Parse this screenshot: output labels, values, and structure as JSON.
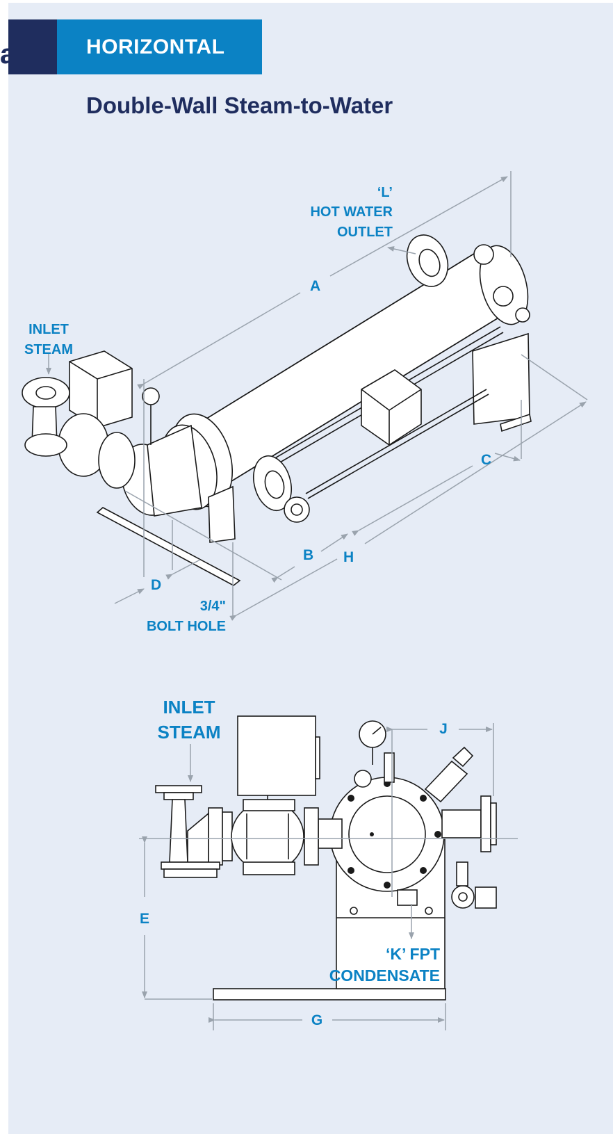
{
  "header": {
    "tab_label": "HORIZONTAL",
    "cut_letter": "a",
    "subtitle": "Double-Wall Steam-to-Water"
  },
  "colors": {
    "accent": "#0b82c4",
    "navy": "#1f2d5e",
    "panel_bg": "#e6ecf6",
    "line": "#1a1a1a",
    "dim_line": "#9aa3ad"
  },
  "iso_view": {
    "dim_a": "A",
    "dim_b": "B",
    "dim_c": "C",
    "dim_d": "D",
    "dim_h": "H",
    "hot_water_l": "‘L’",
    "hot_water_1": "HOT WATER",
    "hot_water_2": "OUTLET",
    "inlet_steam_1": "INLET",
    "inlet_steam_2": "STEAM",
    "bolt_1": "3/4\"",
    "bolt_2": "BOLT HOLE"
  },
  "end_view": {
    "inlet_steam_1": "INLET",
    "inlet_steam_2": "STEAM",
    "dim_j": "J",
    "dim_e": "E",
    "dim_g": "G",
    "condensate_1": "‘K’ FPT",
    "condensate_2": "CONDENSATE"
  }
}
